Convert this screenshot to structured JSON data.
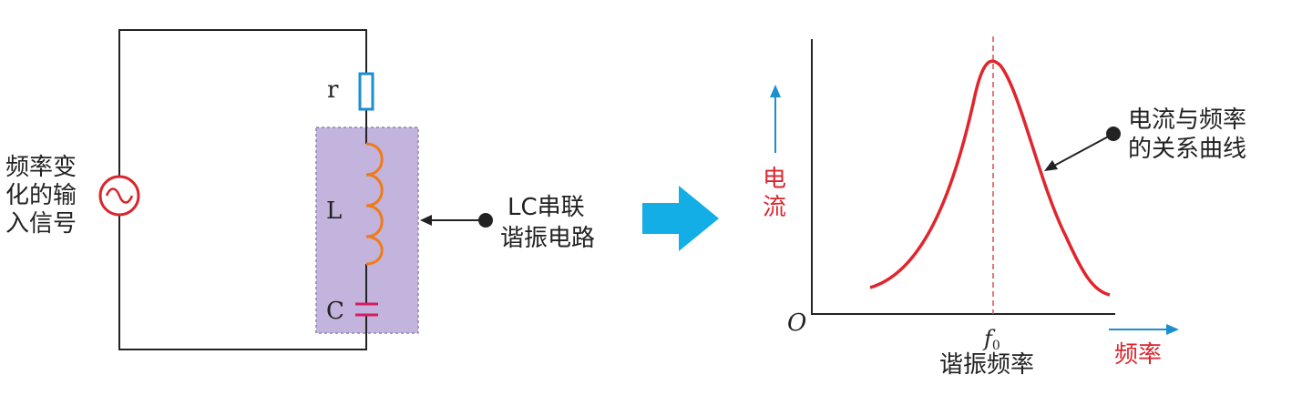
{
  "circuit": {
    "source_label_lines": [
      "频率变",
      "化的输",
      "入信号"
    ],
    "resistor_label": "r",
    "inductor_label": "L",
    "capacitor_label": "C",
    "lc_callout_lines": [
      "LC串联",
      "谐振电路"
    ]
  },
  "graph": {
    "origin_label": "O",
    "y_axis_label_lines": [
      "电",
      "流"
    ],
    "x_axis_label": "频率",
    "resonance_symbol": "f",
    "resonance_subscript": "0",
    "resonance_label": "谐振频率",
    "curve_callout_lines": [
      "电流与频率",
      "的关系曲线"
    ]
  },
  "colors": {
    "wire": "#222222",
    "resistor": "#1a8fd0",
    "inductor": "#f07b1a",
    "capacitor": "#d81b60",
    "source": "#d9262e",
    "lc_box_fill": "#c2b4dc",
    "lc_box_border": "#8e84b8",
    "arrow_big": "#13aee6",
    "axis_arrow": "#1a8fd0",
    "curve": "#e0252d",
    "dashed": "#e0555a",
    "axis_label_red": "#d9262e"
  }
}
